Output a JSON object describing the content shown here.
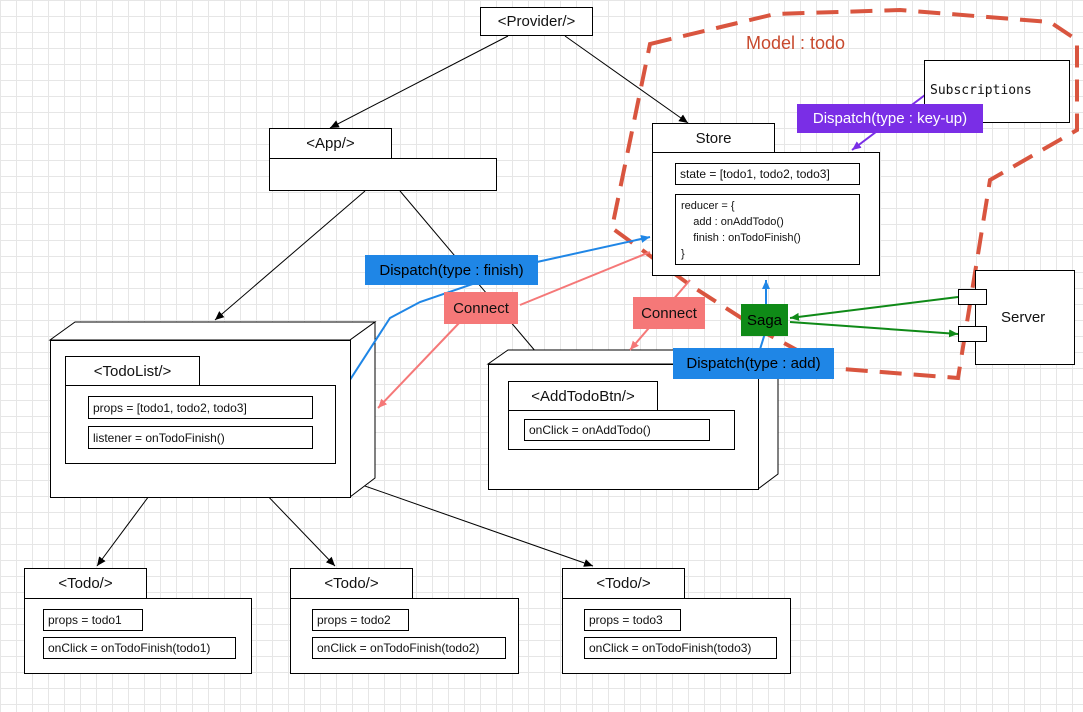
{
  "provider": {
    "label": "<Provider/>"
  },
  "app": {
    "label": "<App/>"
  },
  "store": {
    "label": "Store",
    "state": "state = [todo1, todo2, todo3]",
    "reducer": "reducer = {\n    add : onAddTodo()\n    finish : onTodoFinish()\n}"
  },
  "model": {
    "title": "Model : todo"
  },
  "subscriptions": {
    "label": "Subscriptions"
  },
  "server": {
    "label": "Server"
  },
  "todo_list": {
    "label": "<TodoList/>",
    "props": "props = [todo1, todo2, todo3]",
    "listener": "listener = onTodoFinish()"
  },
  "add_todo_btn": {
    "label": "<AddTodoBtn/>",
    "onclick": "onClick = onAddTodo()"
  },
  "todos": [
    {
      "label": "<Todo/>",
      "props": "props = todo1",
      "onclick": "onClick = onTodoFinish(todo1)"
    },
    {
      "label": "<Todo/>",
      "props": "props = todo2",
      "onclick": "onClick = onTodoFinish(todo2)"
    },
    {
      "label": "<Todo/>",
      "props": "props = todo3",
      "onclick": "onClick = onTodoFinish(todo3)"
    }
  ],
  "tags": {
    "dispatch_finish": "Dispatch(type : finish)",
    "dispatch_add": "Dispatch(type : add)",
    "dispatch_keyup": "Dispatch(type : key-up)",
    "connect_left": "Connect",
    "connect_right": "Connect",
    "saga": "Saga"
  },
  "colors": {
    "dispatch": "#1f86e6",
    "connect": "#f57878",
    "subscription_dispatch": "#7a2ee6",
    "saga": "#0f8a17",
    "model_border": "#d9553f"
  }
}
